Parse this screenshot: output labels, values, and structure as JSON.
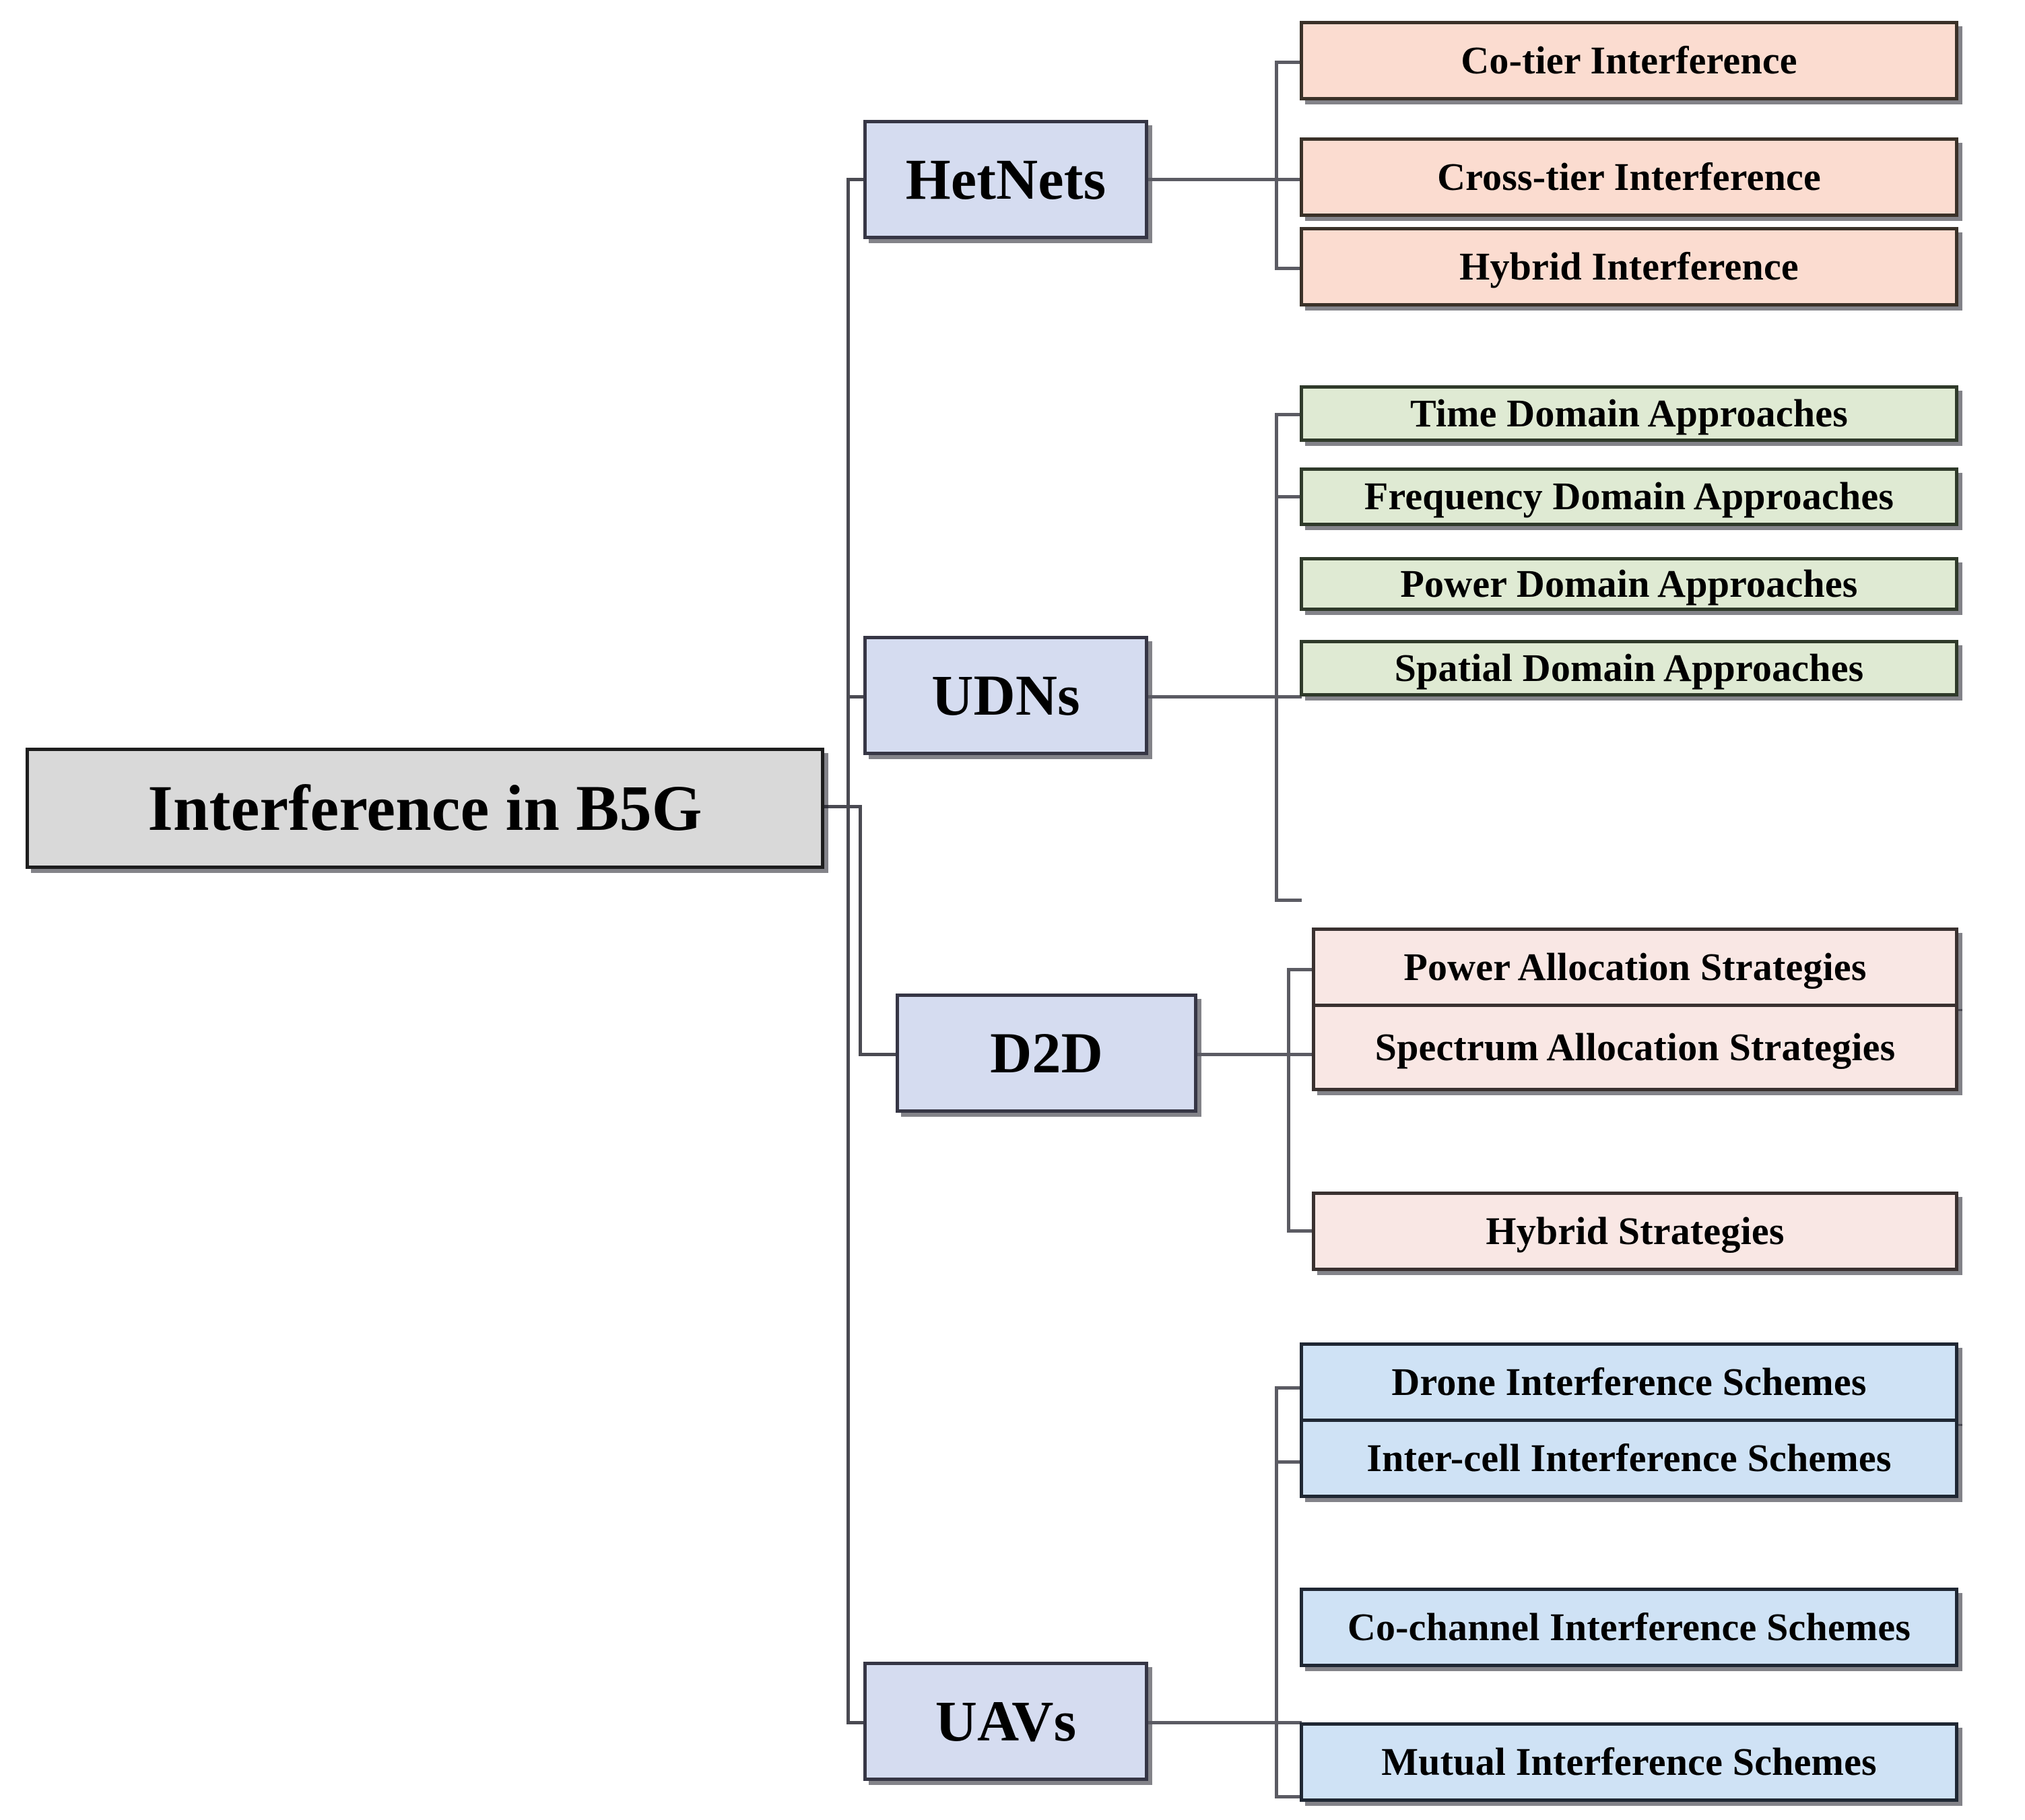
{
  "diagram": {
    "title": "Interference in B5G",
    "root": {
      "label": "Interference in B5G",
      "color": "#d9d9d9"
    },
    "branches": [
      {
        "id": "hetnets",
        "label": "HetNets",
        "color": "#d5dcf0",
        "leaf_color": "#fbdcd0",
        "children": [
          {
            "label": "Co-tier Interference"
          },
          {
            "label": "Cross-tier Interference"
          },
          {
            "label": "Hybrid Interference"
          }
        ]
      },
      {
        "id": "udns",
        "label": "UDNs",
        "color": "#d5dcf0",
        "leaf_color": "#dfead3",
        "children": [
          {
            "label": "Time Domain Approaches"
          },
          {
            "label": "Frequency Domain Approaches"
          },
          {
            "label": "Power Domain Approaches"
          },
          {
            "label": "Spatial Domain Approaches"
          }
        ]
      },
      {
        "id": "d2d",
        "label": "D2D",
        "color": "#d5dcf0",
        "leaf_color": "#f9e7e4",
        "children": [
          {
            "label": "Power Allocation Strategies"
          },
          {
            "label": "Spectrum Allocation Strategies"
          },
          {
            "label": "Hybrid Strategies"
          }
        ]
      },
      {
        "id": "uavs",
        "label": "UAVs",
        "color": "#d5dcf0",
        "leaf_color": "#cfe2f5",
        "children": [
          {
            "label": "Drone Interference Schemes"
          },
          {
            "label": "Inter-cell Interference Schemes"
          },
          {
            "label": "Co-channel Interference Schemes"
          },
          {
            "label": "Mutual Interference Schemes"
          }
        ]
      }
    ]
  }
}
